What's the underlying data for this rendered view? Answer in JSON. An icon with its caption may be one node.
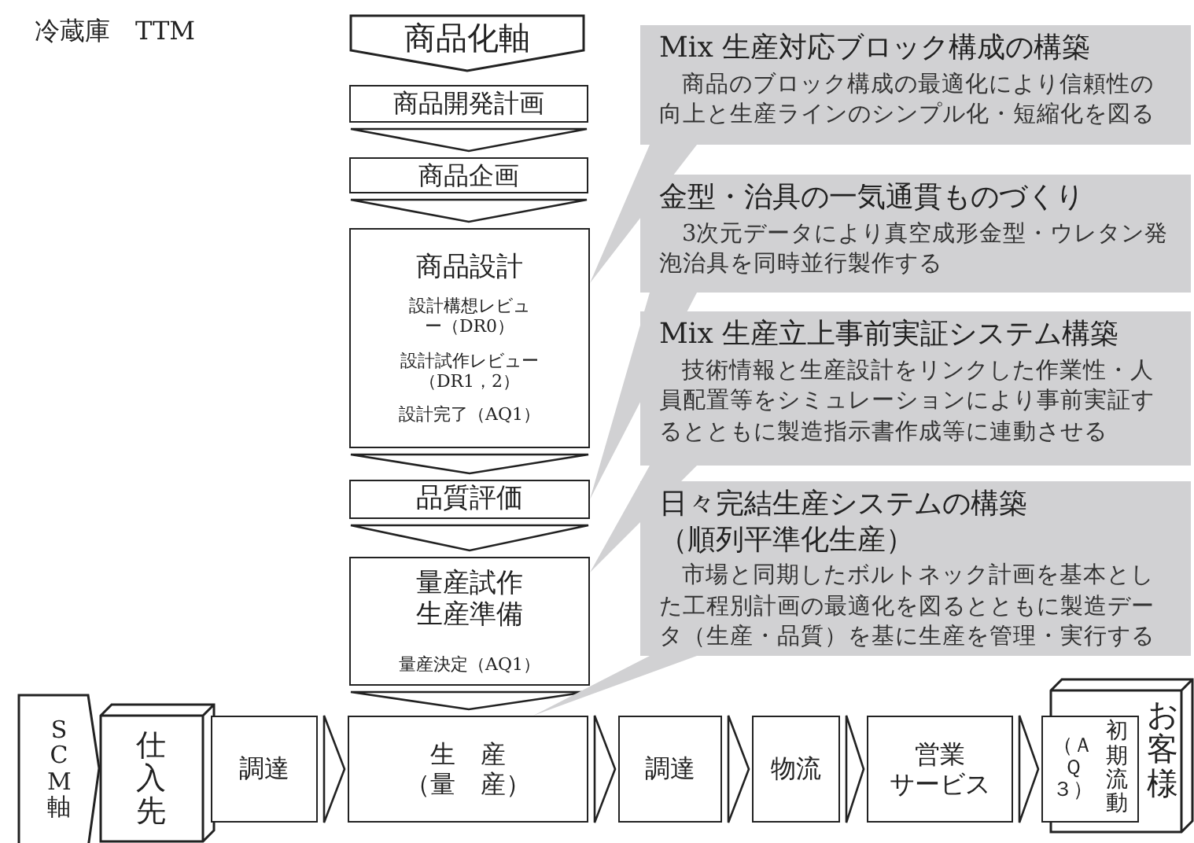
{
  "diagram": {
    "title": "冷蔵庫　TTM",
    "nodes": [
      {
        "text": [
          "商品化軸"
        ]
      },
      {
        "text": [
          "商品開発計画"
        ]
      },
      {
        "text": [
          "商品企画"
        ]
      },
      {
        "text": [
          "商品設計",
          "設計構想レビュー（DR0）",
          "設計試作レビュー（DR1，2）",
          "設計完了（AQ1）"
        ]
      },
      {
        "text": [
          "品質評価"
        ]
      },
      {
        "text": [
          "量産試作",
          "生産準備",
          "量産決定（AQ1）"
        ]
      },
      {
        "text": [
          "Mix 生産対応ブロック構成の構築",
          "商品のブロック構成の最適化により信頼性の向上と生産ラインのシンプル化・短縮化を図る"
        ]
      },
      {
        "text": [
          "金型・治具の一気通貫ものづくり",
          "3次元データにより真空成形金型・ウレタン発泡治具を同時並行製作する"
        ]
      },
      {
        "text": [
          "Mix 生産立上事前実証システム構築",
          "技術情報と生産設計をリンクした作業性・人員配置等をシミュレーションにより事前実証するとともに製造指示書作成等に連動させる"
        ]
      },
      {
        "text": [
          "日々完結生産システムの構築（順列平準化生産）",
          "市場と同期したボルトネック計画を基本とした工程別計画の最適化を図るとともに製造データ（生産・品質）を基に生産を管理・実行する"
        ]
      },
      {
        "text": [
          "SCM軸"
        ]
      },
      {
        "text": [
          "仕入先"
        ]
      },
      {
        "text": [
          "調達"
        ]
      },
      {
        "text": [
          "生　産",
          "（量　産）"
        ]
      },
      {
        "text": [
          "調達"
        ]
      },
      {
        "text": [
          "物流"
        ]
      },
      {
        "text": [
          "営業",
          "サービス"
        ]
      },
      {
        "text": [
          "（ＡＱ３）",
          "初期流動"
        ]
      },
      {
        "text": [
          "お客様"
        ]
      }
    ],
    "edges": [
      {
        "from": 1,
        "to": 2,
        "arrow": "to"
      },
      {
        "from": 2,
        "to": 3,
        "arrow": "to"
      },
      {
        "from": 3,
        "to": 4,
        "arrow": "to"
      },
      {
        "from": 4,
        "to": 5,
        "arrow": "to"
      },
      {
        "from": 5,
        "to": 13,
        "arrow": "to"
      },
      {
        "from": 12,
        "to": 13,
        "arrow": "to"
      },
      {
        "from": 13,
        "to": 14,
        "arrow": "to"
      },
      {
        "from": 14,
        "to": 15,
        "arrow": "to"
      },
      {
        "from": 15,
        "to": 16,
        "arrow": "to"
      },
      {
        "from": 16,
        "to": 17,
        "arrow": "to"
      },
      {
        "from": 6,
        "to": 3,
        "arrow": "none"
      },
      {
        "from": 7,
        "to": 4,
        "arrow": "none"
      },
      {
        "from": 8,
        "to": 5,
        "arrow": "none"
      },
      {
        "from": 9,
        "to": 13,
        "arrow": "none"
      }
    ]
  }
}
